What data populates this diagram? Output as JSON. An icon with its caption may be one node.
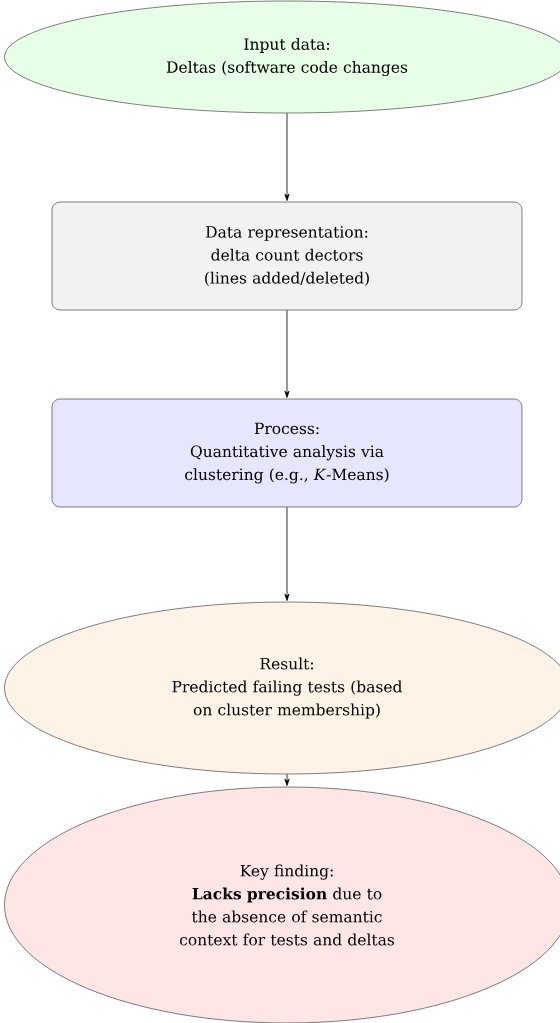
{
  "diagram": {
    "nodes": [
      {
        "text": [
          "Input data:",
          "Deltas (software code changes"
        ]
      },
      {
        "text": [
          "Data representation:",
          "delta count dectors (lines added/deleted)"
        ]
      },
      {
        "text": [
          "Process:",
          "Quantitative analysis via clustering (e.g., *K*-Means)"
        ]
      },
      {
        "text": [
          "Result:",
          "Predicted failing tests (based on cluster membership)"
        ]
      },
      {
        "text": [
          "Key finding:",
          "**Lacks precision** due to the absence of semantic context for tests and deltas"
        ]
      }
    ],
    "edges": [
      {
        "from": 0,
        "to": 1,
        "arrow": "to"
      },
      {
        "from": 1,
        "to": 2,
        "arrow": "to"
      },
      {
        "from": 2,
        "to": 3,
        "arrow": "to"
      },
      {
        "from": 3,
        "to": 4,
        "arrow": "to"
      }
    ]
  }
}
